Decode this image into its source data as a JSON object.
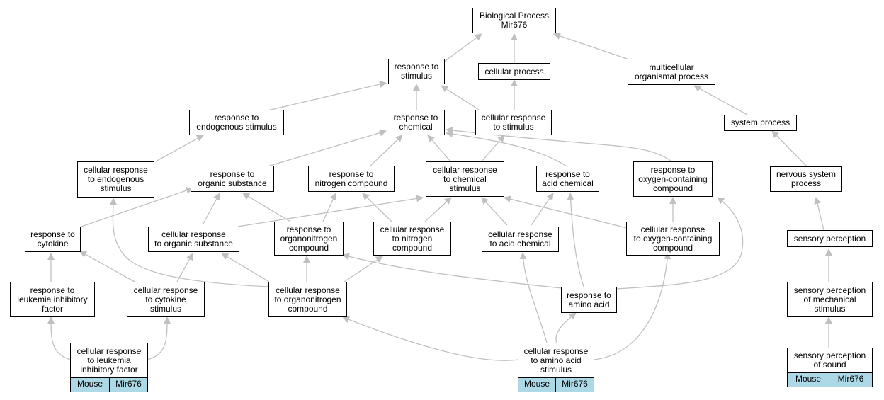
{
  "colors": {
    "edge": "#c0c0c0",
    "tag_background": "#add8e6",
    "node_border": "#000000"
  },
  "nodes": {
    "root": "Biological Process\nMir676",
    "response_to_stimulus": "response to\nstimulus",
    "cellular_process": "cellular process",
    "multicellular_organismal_process": "multicellular\norganismal process",
    "response_to_endogenous_stimulus": "response to\nendogenous stimulus",
    "response_to_chemical": "response to\nchemical",
    "cellular_response_to_stimulus": "cellular response\nto stimulus",
    "system_process": "system process",
    "cellular_response_to_endogenous_stimulus": "cellular response\nto endogenous\nstimulus",
    "response_to_organic_substance": "response to\norganic substance",
    "response_to_nitrogen_compound": "response to\nnitrogen compound",
    "cellular_response_to_chemical_stimulus": "cellular response\nto chemical\nstimulus",
    "response_to_acid_chemical": "response to\nacid chemical",
    "response_to_oxygen_containing_compound": "response to\noxygen-containing\ncompound",
    "nervous_system_process": "nervous system\nprocess",
    "response_to_cytokine": "response to\ncytokine",
    "cellular_response_to_organic_substance": "cellular response\nto organic substance",
    "response_to_organonitrogen_compound": "response to\norganonitrogen\ncompound",
    "cellular_response_to_nitrogen_compound": "cellular response\nto nitrogen\ncompound",
    "cellular_response_to_acid_chemical": "cellular response\nto acid chemical",
    "cellular_response_to_oxygen_containing_compound": "cellular response\nto oxygen-containing\ncompound",
    "sensory_perception": "sensory perception",
    "response_to_leukemia_inhibitory_factor": "response to\nleukemia inhibitory\nfactor",
    "cellular_response_to_cytokine_stimulus": "cellular response\nto cytokine\nstimulus",
    "cellular_response_to_organonitrogen_compound": "cellular response\nto organonitrogen\ncompound",
    "response_to_amino_acid": "response to\namino acid",
    "sensory_perception_of_mechanical_stimulus": "sensory perception\nof mechanical\nstimulus",
    "cellular_response_to_leukemia_inhibitory_factor": "cellular response\nto leukemia\ninhibitory factor",
    "cellular_response_to_amino_acid_stimulus": "cellular response\nto amino acid\nstimulus",
    "sensory_perception_of_sound": "sensory perception\nof sound"
  },
  "tags": {
    "lif": {
      "species": "Mouse",
      "gene": "Mir676"
    },
    "amino": {
      "species": "Mouse",
      "gene": "Mir676"
    },
    "sound": {
      "species": "Mouse",
      "gene": "Mir676"
    }
  }
}
